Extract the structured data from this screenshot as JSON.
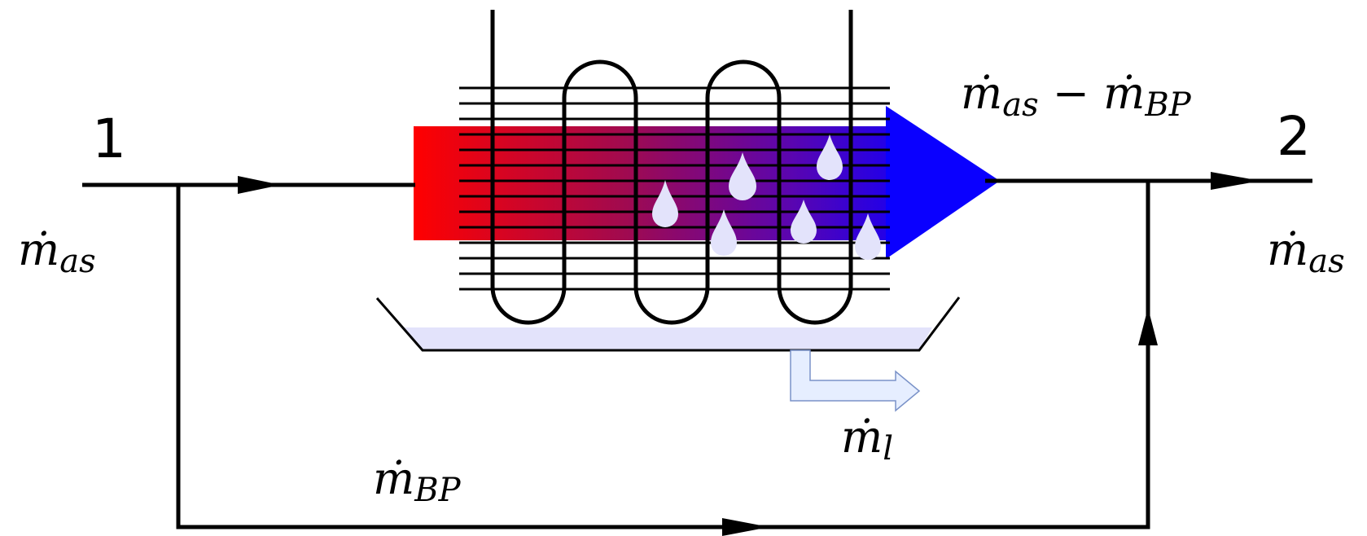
{
  "points": {
    "inlet": "1",
    "outlet": "2"
  },
  "flows": {
    "inlet_mass": {
      "base": "ṁ",
      "sub": "as"
    },
    "outlet_mass": {
      "base": "ṁ",
      "sub": "as"
    },
    "after_coil": {
      "base1": "ṁ",
      "sub1": "as",
      "op": " − ",
      "base2": "ṁ",
      "sub2": "BP"
    },
    "bypass": {
      "base": "ṁ",
      "sub": "BP"
    },
    "condensate": {
      "base": "ṁ",
      "sub": "l"
    }
  },
  "colors": {
    "hot": "#ff0000",
    "mid": "#8a0a6e",
    "cold": "#0a00ff",
    "water": "#e3e3fb",
    "drain": "#e6eeff",
    "lines": "#000000"
  }
}
